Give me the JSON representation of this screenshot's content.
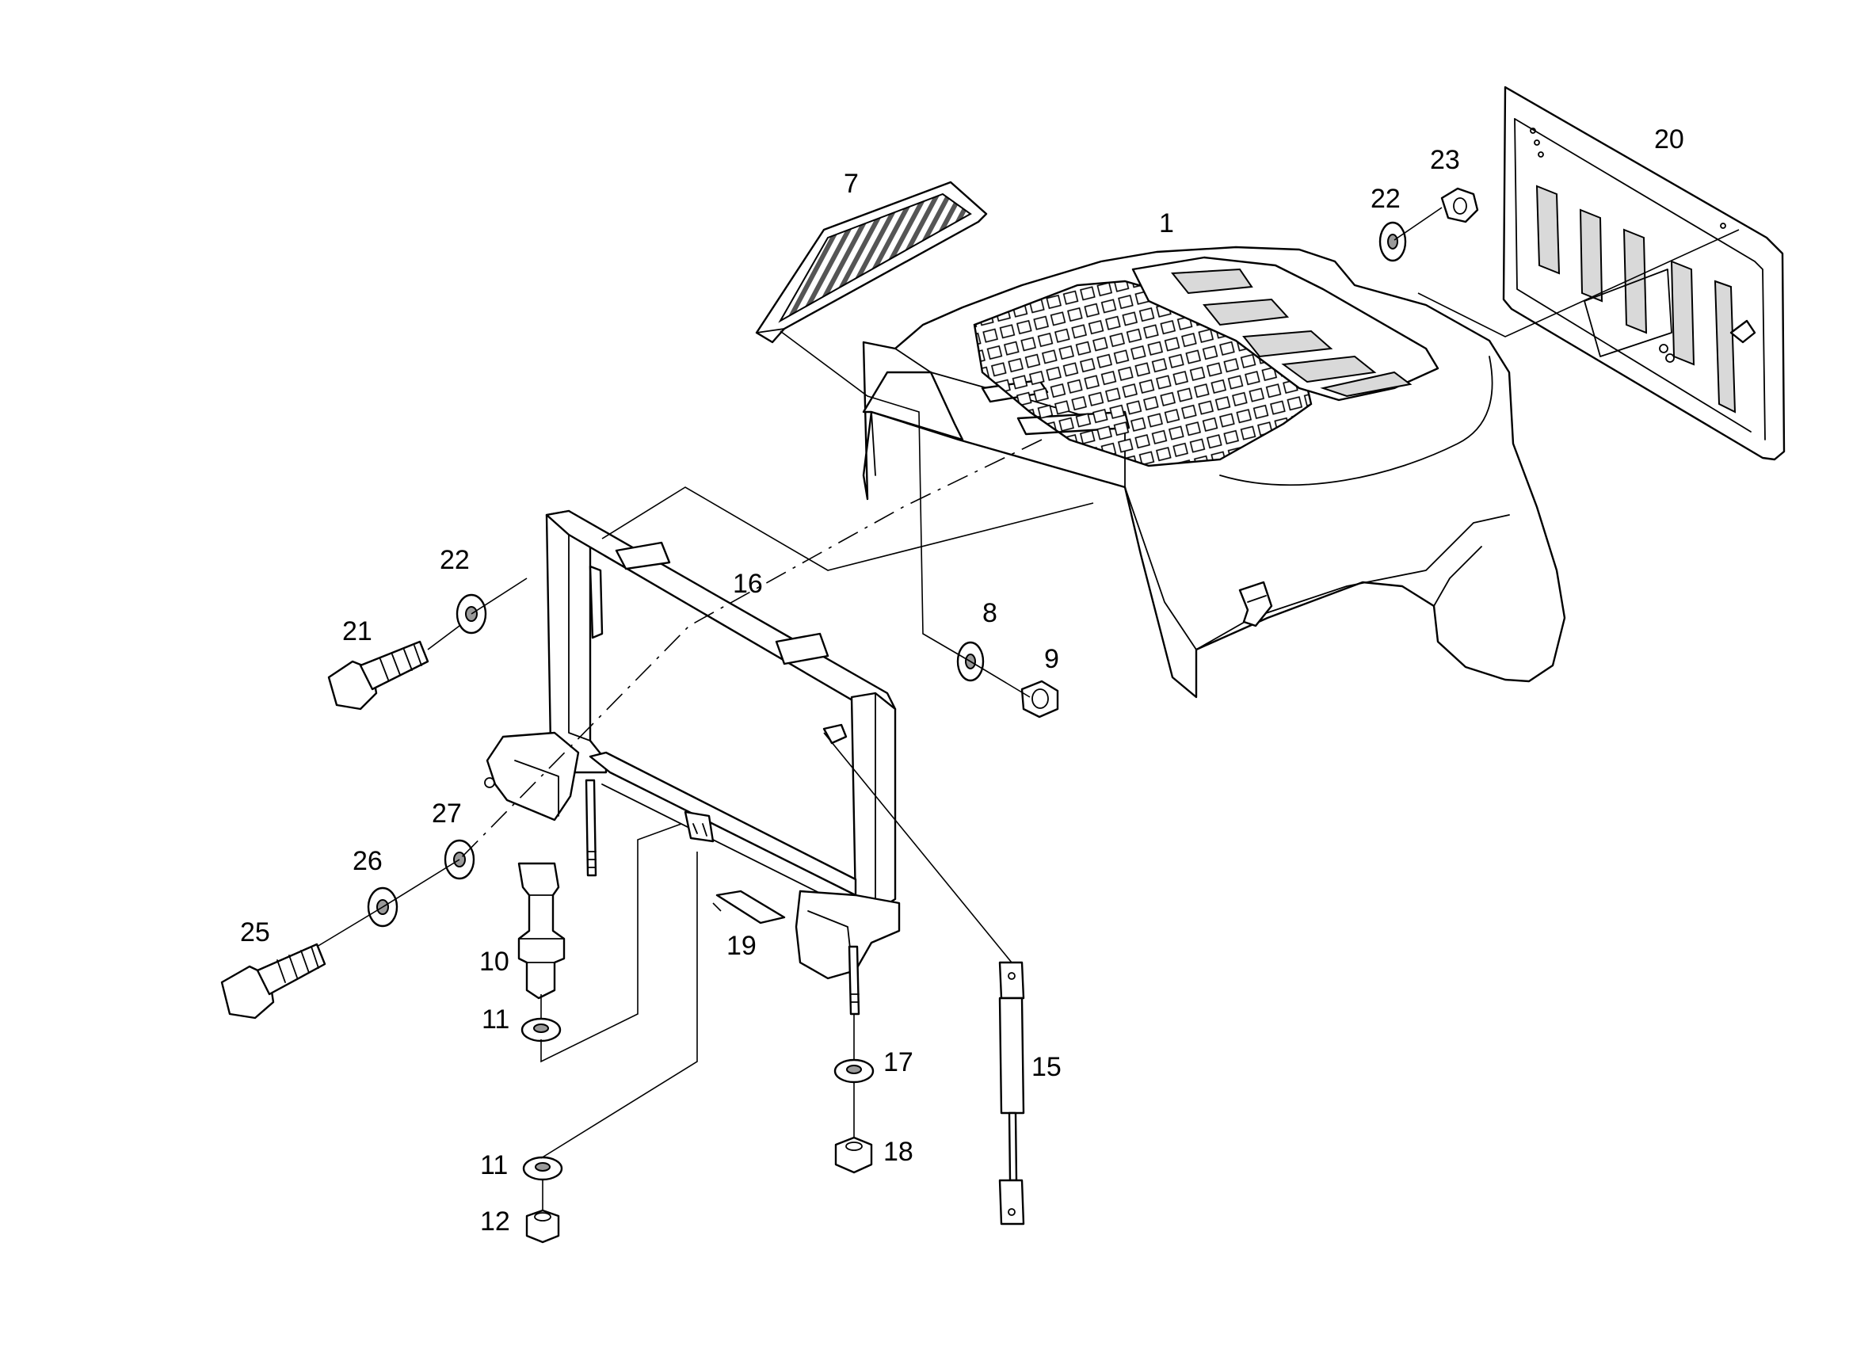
{
  "callouts": {
    "c1": "1",
    "c7": "7",
    "c8": "8",
    "c9": "9",
    "c10": "10",
    "c11a": "11",
    "c11b": "11",
    "c12": "12",
    "c15": "15",
    "c16": "16",
    "c17": "17",
    "c18": "18",
    "c19": "19",
    "c20": "20",
    "c21": "21",
    "c22a": "22",
    "c22b": "22",
    "c23": "23",
    "c25": "25",
    "c26": "26",
    "c27": "27"
  }
}
